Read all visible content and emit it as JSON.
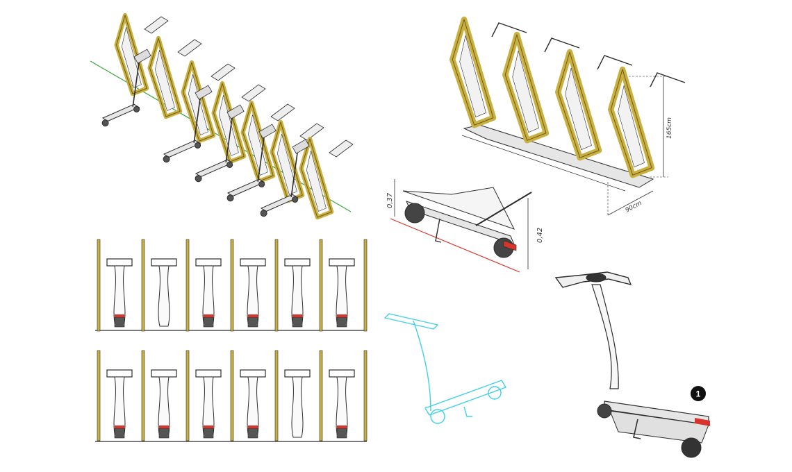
{
  "colors": {
    "wood": "#c9b043",
    "wood_dark": "#6e5a10",
    "metal": "#e6e6e6",
    "outline": "#2b2b2b",
    "ground_green": "#3aa63a",
    "ground_red": "#d9342b",
    "cyan": "#3fd1e6",
    "tail_red": "#d9342b",
    "marker": "#111111"
  },
  "dimensions": {
    "rack_height": "165cm",
    "rack_depth": "90cm",
    "scooter_height_low": "0,37",
    "scooter_height_high": "0,42"
  },
  "callout": {
    "number": "1"
  },
  "top_views": {
    "row1": [
      "scooter",
      "empty",
      "scooter",
      "scooter",
      "scooter",
      "scooter"
    ],
    "row2": [
      "scooter",
      "scooter",
      "scooter",
      "scooter",
      "empty",
      "scooter"
    ]
  }
}
